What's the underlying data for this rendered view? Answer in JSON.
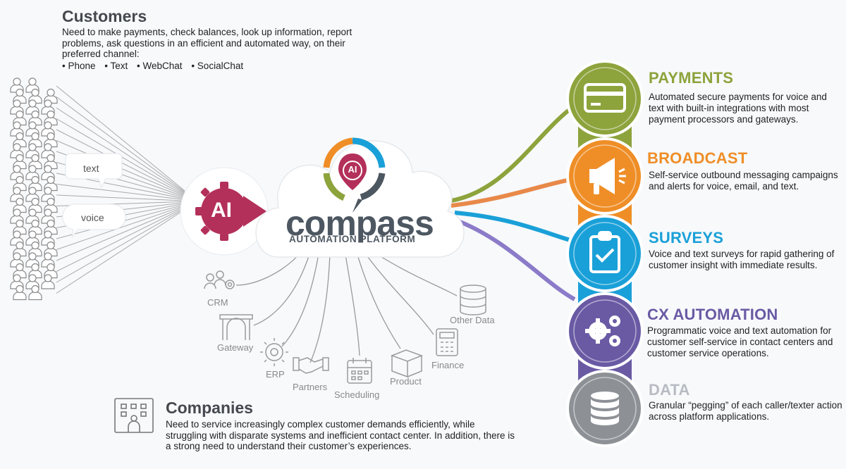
{
  "customers": {
    "title": "Customers",
    "description": "Need to make payments, check balances, look up information, report problems, ask questions in an efficient and automated way, on their preferred channel:",
    "channels": [
      "• Phone",
      "• Text",
      "• WebChat",
      "• SocialChat"
    ]
  },
  "bubbles": {
    "text": "text",
    "voice": "voice"
  },
  "compass": {
    "ai_label": "AI",
    "brand": "compass",
    "subtitle": "AUTOMATION PLATFORM",
    "logo_ai": "AI"
  },
  "systems": [
    "CRM",
    "Gateway",
    "ERP",
    "Partners",
    "Scheduling",
    "Product",
    "Finance",
    "Other Data"
  ],
  "companies": {
    "title": "Companies",
    "description": "Need to service increasingly complex customer demands efficiently, while struggling with disparate systems and inefficient contact center. In addition, there is a strong need to understand their customer’s experiences."
  },
  "features": [
    {
      "title": "PAYMENTS",
      "color": "#8da33c",
      "icon": "credit-card-icon",
      "description": "Automated secure payments for voice and text with built-in integrations with most payment processors and gateways."
    },
    {
      "title": "BROADCAST",
      "color": "#ef8e27",
      "icon": "megaphone-icon",
      "description": "Self-service outbound messaging campaigns and alerts for voice, email, and text."
    },
    {
      "title": "SURVEYS",
      "color": "#1aa0d8",
      "icon": "clipboard-check-icon",
      "description": "Voice and text surveys for rapid gathering of customer insight with immediate results."
    },
    {
      "title": "CX AUTOMATION",
      "color": "#6a5aa4",
      "icon": "gears-icon",
      "description": "Programmatic voice and text automation for customer self-service in contact centers and customer service operations."
    },
    {
      "title": "DATA",
      "color": "#8d9196",
      "icon": "database-icon",
      "description": "Granular “pegging” of each caller/texter action across platform applications."
    }
  ],
  "colors": {
    "ai_red": "#b3305a",
    "compass_gray": "#4d5761",
    "payments": "#8da33c",
    "broadcast": "#ef8e27",
    "surveys": "#1aa0d8",
    "cx_automation": "#6a5aa4",
    "data": "#8d9196"
  }
}
